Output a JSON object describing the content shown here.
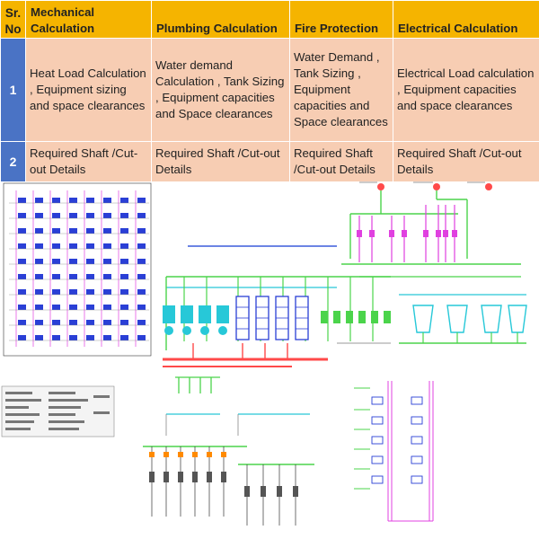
{
  "table": {
    "headers": [
      {
        "text": "Sr. No"
      },
      {
        "text": "Mechanical Calculation"
      },
      {
        "text": "Plumbing Calculation"
      },
      {
        "text": "Fire Protection"
      },
      {
        "text": "Electrical Calculation"
      }
    ],
    "rows": [
      {
        "no": "1",
        "mechanical": "Heat Load Calculation , Equipment sizing and space clearances",
        "plumbing": "Water demand Calculation , Tank Sizing , Equipment capacities and Space clearances",
        "fire": "Water Demand , Tank Sizing , Equipment capacities and Space clearances",
        "electrical": "Electrical Load calculation , Equipment capacities and space clearances"
      },
      {
        "no": "2",
        "mechanical": "Required Shaft /Cut-out Details",
        "plumbing": "Required Shaft /Cut-out Details",
        "fire": "Required Shaft /Cut-out Details",
        "electrical": "Required Shaft /Cut-out Details"
      }
    ]
  },
  "colors": {
    "header_bg": "#f5b400",
    "cell_bg": "#f7cdb3",
    "number_bg": "#4a73c5",
    "pipe_green": "#4bd44b",
    "pipe_red": "#ff4a4a",
    "pipe_magenta": "#e040e0",
    "equipment_blue": "#2a3fd6",
    "equipment_cyan": "#27c8d8"
  }
}
